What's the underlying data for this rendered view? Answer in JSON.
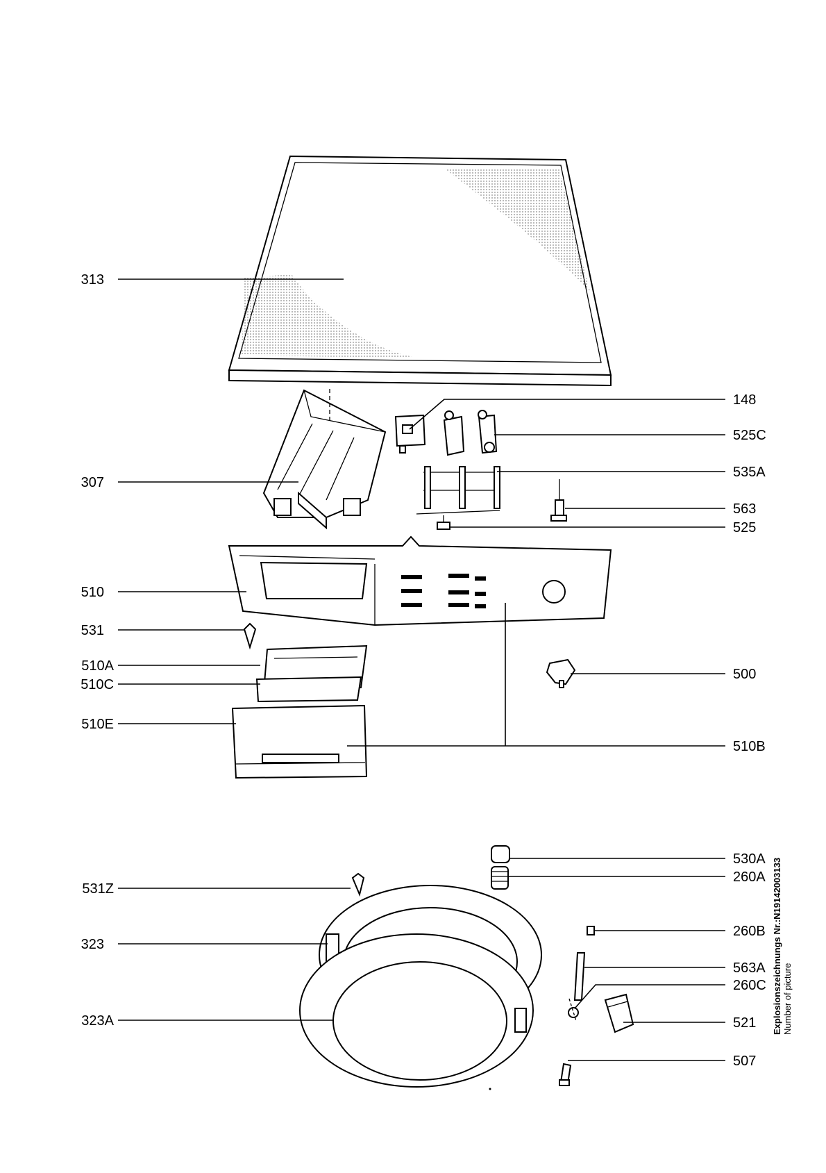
{
  "labels_left": [
    "313",
    "307",
    "510",
    "531",
    "510A",
    "510C",
    "510E",
    "531Z",
    "323",
    "323A"
  ],
  "labels_right": [
    "148",
    "525C",
    "535A",
    "563",
    "525",
    "500",
    "510B",
    "530A",
    "260A",
    "260B",
    "563A",
    "260C",
    "521",
    "507"
  ],
  "caption": {
    "line1": "Explosionszeichnungs  Nr.:N19142003133",
    "line2": "Number of picture"
  }
}
